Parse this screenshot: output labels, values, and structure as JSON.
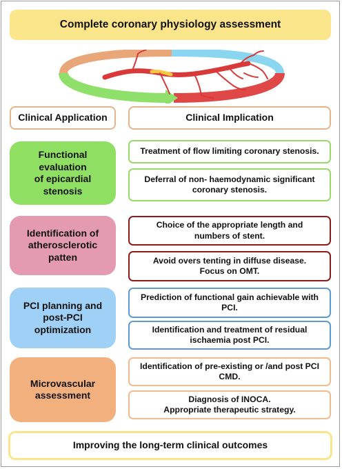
{
  "title": "Complete coronary physiology assessment",
  "headers": {
    "clinical_application": "Clinical Application",
    "clinical_implication": "Clinical Implication"
  },
  "rows": [
    {
      "category": "Functional\nevaluation\nof epicardial\nstenosis",
      "implications": [
        "Treatment of flow limiting coronary stenosis.",
        "Deferral of non- haemodynamic significant\ncoronary stenosis."
      ]
    },
    {
      "category": "Identification of\natherosclerotic\npatten",
      "implications": [
        "Choice of the appropriate length and\nnumbers of stent.",
        "Avoid overs tenting in diffuse disease.\nFocus on OMT."
      ]
    },
    {
      "category": "PCI planning and\npost-PCI\noptimization",
      "implications": [
        "Prediction of functional gain achievable with\nPCI.",
        "Identification and treatment of residual\nischaemia post PCI."
      ]
    },
    {
      "category": "Microvascular\nassessment",
      "implications": [
        "Identification of pre-existing or /and post PCI\nCMD.",
        "Diagnosis of INOCA.\nAppropriate therapeutic strategy."
      ]
    }
  ],
  "footer": "Improving the long-term clinical outcomes",
  "colors": {
    "title_fill": "#fbe58a",
    "header_border": "#e7b48a",
    "row_fills": [
      "#8fe062",
      "#e49ab0",
      "#9fd0f5",
      "#f3b07f"
    ],
    "row_borders": [
      "#9ad86a",
      "#8b1a1a",
      "#5b9bd5",
      "#f0b98f"
    ],
    "ring_colors": [
      "#e9a779",
      "#8ad6f0",
      "#e04848",
      "#8ee06a"
    ],
    "vessel_color": "#d83a3a"
  },
  "icons": {
    "illustration": "coronary-artery-ring-illustration"
  }
}
